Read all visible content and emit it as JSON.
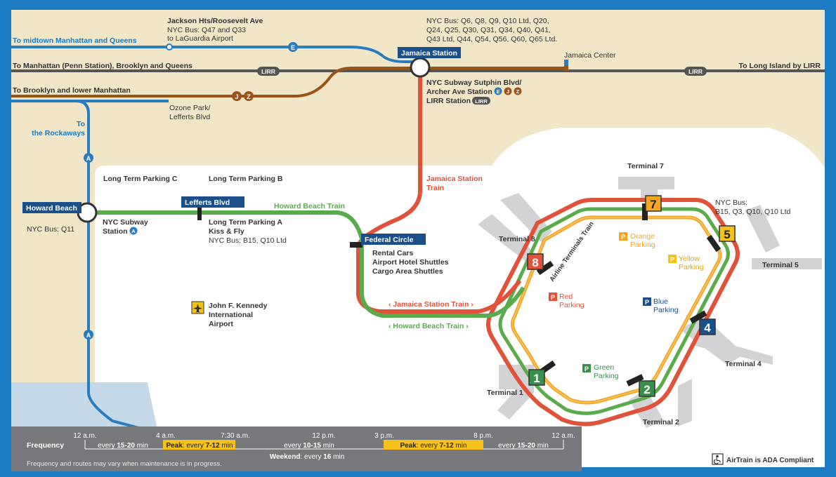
{
  "colors": {
    "blue_line": "#2a7cc0",
    "brown_line": "#9b5418",
    "red_line": "#e0533a",
    "green_line": "#5aab4c",
    "orange_line": "#f5a623",
    "lirr_grey": "#555555",
    "land": "#f1e6c8",
    "airport": "#ffffff",
    "water": "#c5d9e8",
    "frame": "#1c7ac0",
    "highlight_yellow": "#f5c11b",
    "station_box": "#1a4f8a",
    "terminal_grey": "#d2d3d5"
  },
  "destinations": {
    "midtown": "To midtown Manhattan and Queens",
    "penn": "To Manhattan (Penn Station), Brooklyn and Queens",
    "lower_manhattan": "To Brooklyn and lower Manhattan",
    "rockaways_1": "To",
    "rockaways_2": "the Rockaways",
    "long_island": "To Long Island by LIRR"
  },
  "route_badges": {
    "e": "E",
    "j": "J",
    "z": "Z",
    "a": "A",
    "lirr": "LIRR"
  },
  "labels": {
    "jackson_title": "Jackson Hts/Roosevelt Ave",
    "jackson_bus_1": "NYC Bus: Q47 and Q33",
    "jackson_bus_2": "to LaGuardia Airport",
    "jamaica_bus_1": "NYC Bus: Q6, Q8, Q9, Q10 Ltd, Q20,",
    "jamaica_bus_2": "Q24, Q25, Q30, Q31, Q34, Q40, Q41,",
    "jamaica_bus_3": "Q43 Ltd, Q44, Q54, Q56, Q60, Q65 Ltd.",
    "jamaica_center": "Jamaica Center",
    "ozone_1": "Ozone Park/",
    "ozone_2": "Lefferts Blvd",
    "sutphin_1": "NYC Subway Sutphin Blvd/",
    "sutphin_2": "Archer Ave Station",
    "sutphin_3": "LIRR Station",
    "lt_parking_c": "Long Term Parking C",
    "lt_parking_b": "Long Term Parking B",
    "lt_parking_a": "Long Term Parking A",
    "kiss_fly": "Kiss & Fly",
    "lefferts_bus": "NYC Bus: B15, Q10 Ltd",
    "howard_bus": "NYC Bus: Q11",
    "nyc_subway_1": "NYC Subway",
    "nyc_subway_2": "Station",
    "howard_beach_train": "Howard Beach Train",
    "jamaica_station_train_1": "Jamaica Station",
    "jamaica_station_train_2": "Train",
    "rental_cars": "Rental Cars",
    "hotel_shuttles": "Airport Hotel Shuttles",
    "cargo_shuttles": "Cargo Area Shuttles",
    "jamaica_train_dir": "‹ Jamaica Station Train ›",
    "howard_train_dir": "‹ Howard Beach Train ›",
    "airline_terminals_train": "Airline Terminals Train",
    "jfk_1": "John F. Kennedy",
    "jfk_2": "International",
    "jfk_3": "Airport",
    "t5_bus_1": "NYC Bus:",
    "t5_bus_2": "B15, Q3, Q10, Q10 Ltd",
    "ada": "AirTrain is ADA Compliant"
  },
  "stations": {
    "jamaica": "Jamaica Station",
    "lefferts": "Lefferts Blvd",
    "howard": "Howard Beach",
    "federal": "Federal Circle"
  },
  "terminals": {
    "t1": "Terminal 1",
    "t2": "Terminal 2",
    "t4": "Terminal 4",
    "t5": "Terminal 5",
    "t7": "Terminal 7",
    "t8": "Terminal 8",
    "n1": "1",
    "n2": "2",
    "n4": "4",
    "n5": "5",
    "n7": "7",
    "n8": "8"
  },
  "parking": {
    "symbol": "P",
    "orange_1": "Orange",
    "orange_2": "Parking",
    "yellow_1": "Yellow",
    "yellow_2": "Parking",
    "red_1": "Red",
    "red_2": "Parking",
    "blue_1": "Blue",
    "blue_2": "Parking",
    "green_1": "Green",
    "green_2": "Parking"
  },
  "frequency": {
    "title": "Frequency",
    "times": [
      "12 a.m.",
      "4 a.m.",
      "7:30 a.m.",
      "12 p.m.",
      "3 p.m.",
      "8 p.m.",
      "12 a.m."
    ],
    "seg1_a": "every ",
    "seg1_b": "15-20",
    "seg1_c": " min",
    "peak1_a": "Peak",
    "peak1_b": ": every ",
    "peak1_c": "7-12",
    "peak1_d": " min",
    "seg3_a": "every ",
    "seg3_b": "10-15",
    "seg3_c": " min",
    "peak2_a": "Peak",
    "peak2_b": ": every ",
    "peak2_c": "7-12",
    "peak2_d": " min",
    "seg5_a": "every ",
    "seg5_b": "15-20",
    "seg5_c": " min",
    "weekend_a": "Weekend",
    "weekend_b": ": every ",
    "weekend_c": "16",
    "weekend_d": " min",
    "note": "Frequency and routes may vary when maintenance is in progress."
  }
}
